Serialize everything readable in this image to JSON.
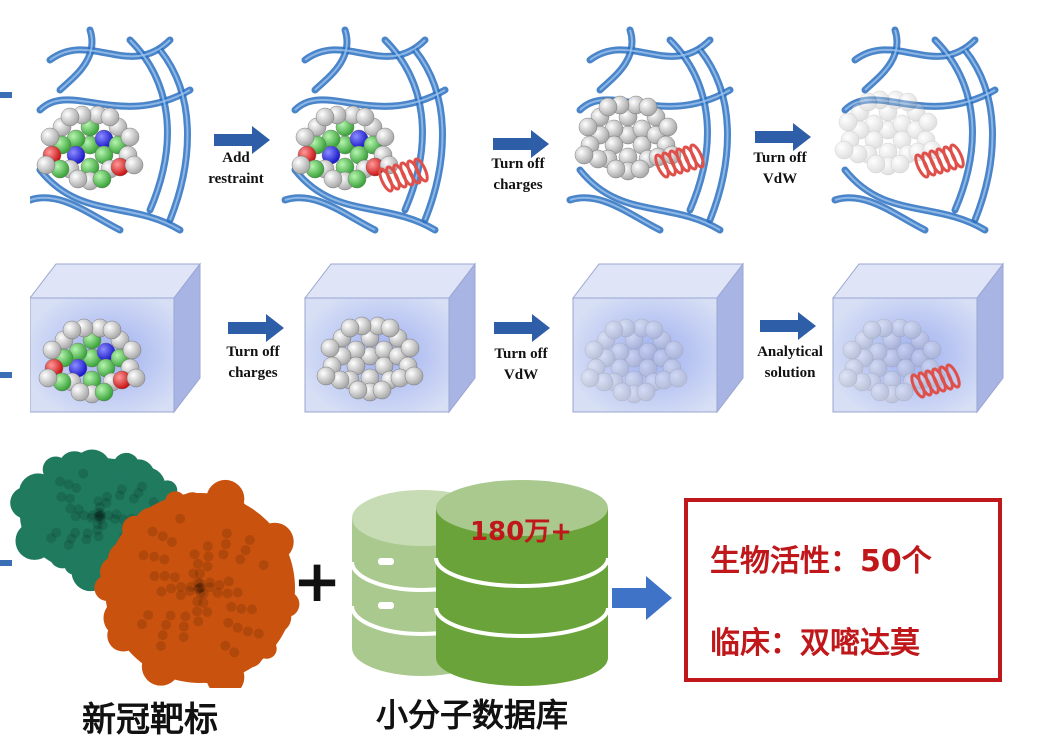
{
  "row1": {
    "steps": [
      "Add\nrestraint",
      "Turn off\ncharges",
      "Turn off\nVdW"
    ]
  },
  "row2": {
    "steps": [
      "Turn off\ncharges",
      "Turn off\nVdW",
      "Analytical\nsolution"
    ]
  },
  "row3": {
    "target_label": "新冠靶标",
    "database_label": "小分子数据库",
    "database_count": "180万+",
    "plus_symbol": "+",
    "result": {
      "line1": "生物活性：50个",
      "line2": "临床：双嘧达莫"
    }
  },
  "colors": {
    "arrow": "#2f5ea8",
    "protein": "#2a6fc0",
    "spring": "#e0504a",
    "box_face": "#c8d3f0",
    "db_green": "#6aa33a",
    "db_light": "#a9c98f",
    "result_border": "#c0171a",
    "result_text": "#c0171a",
    "target_green": "#1f7a5e",
    "target_orange": "#c9520e"
  }
}
